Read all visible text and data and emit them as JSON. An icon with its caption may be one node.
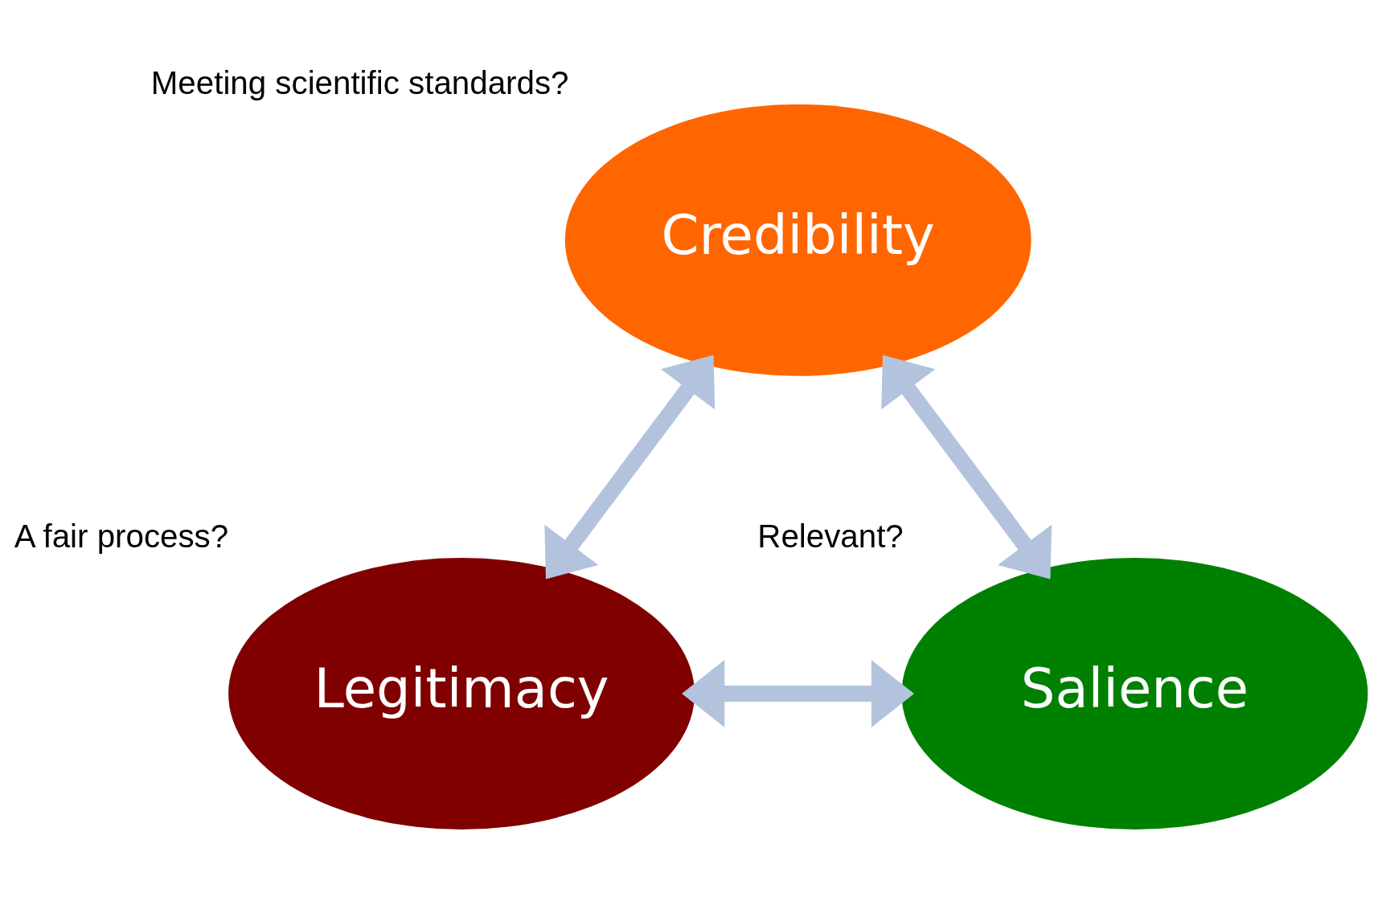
{
  "diagram": {
    "nodes": [
      {
        "text": [
          "Credibility"
        ],
        "beside": [
          "Meeting scientific standards?"
        ]
      },
      {
        "text": [
          "Legitimacy"
        ],
        "beside": [
          "A fair process?"
        ]
      },
      {
        "text": [
          "Salience"
        ],
        "beside": [
          "Relevant?"
        ]
      }
    ],
    "edges": [
      {
        "from": 0,
        "to": 1,
        "arrow": "both"
      },
      {
        "from": 0,
        "to": 2,
        "arrow": "both"
      },
      {
        "from": 1,
        "to": 2,
        "arrow": "both"
      }
    ]
  }
}
